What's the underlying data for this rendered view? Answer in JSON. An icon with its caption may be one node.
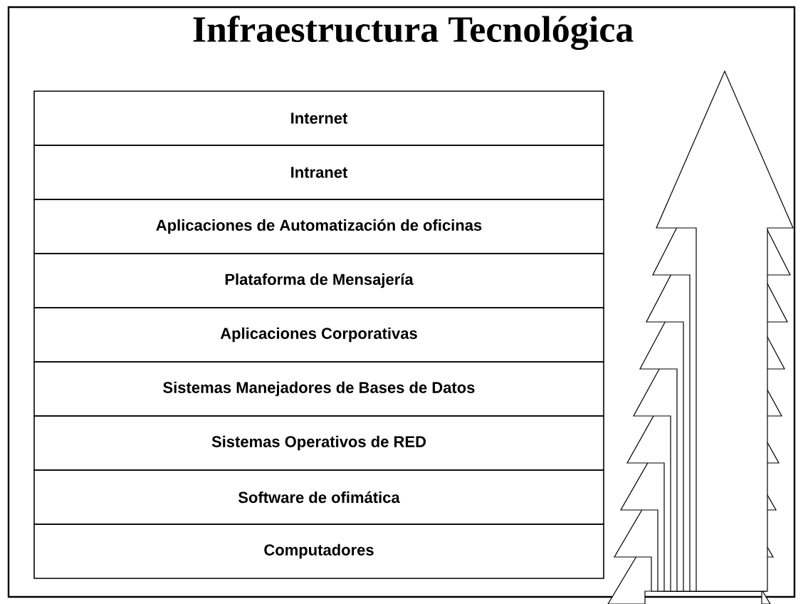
{
  "diagram": {
    "title": "Infraestructura Tecnológica",
    "nodes": [
      {
        "text": [
          "Internet"
        ]
      },
      {
        "text": [
          "Intranet"
        ]
      },
      {
        "text": [
          "Aplicaciones de Automatización de oficinas"
        ]
      },
      {
        "text": [
          "Plataforma de Mensajería"
        ]
      },
      {
        "text": [
          "Aplicaciones Corporativas"
        ]
      },
      {
        "text": [
          "Sistemas Manejadores de Bases de Datos"
        ]
      },
      {
        "text": [
          "Sistemas Operativos de RED"
        ]
      },
      {
        "text": [
          "Software de ofimática"
        ]
      },
      {
        "text": [
          "Computadores"
        ]
      }
    ]
  }
}
